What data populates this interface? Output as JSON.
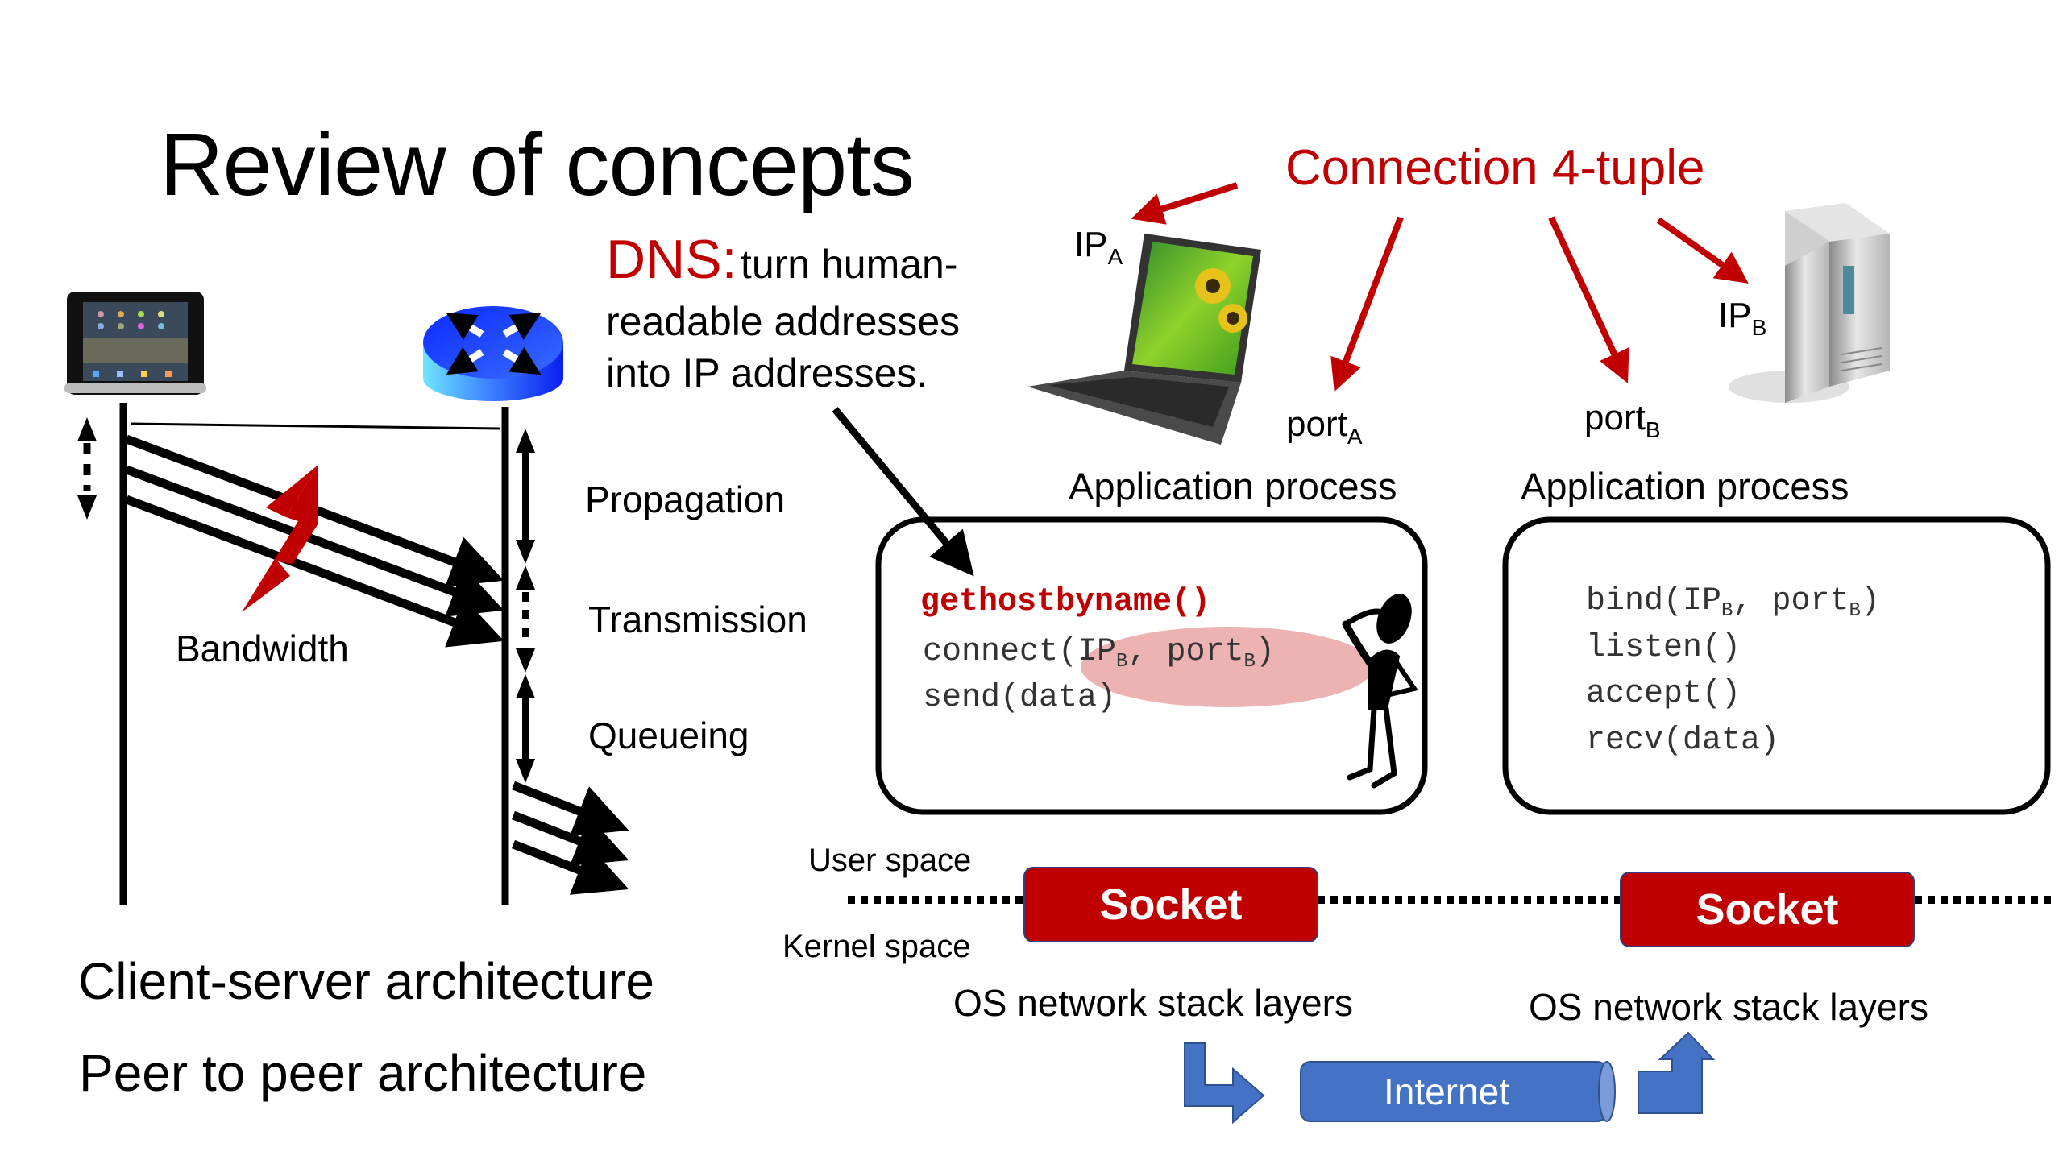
{
  "slide": {
    "title": "Review of concepts"
  },
  "dns": {
    "label": "DNS:",
    "line1": "turn human-",
    "line2": "readable addresses",
    "line3": "into IP addresses."
  },
  "tuple": {
    "title": "Connection 4-tuple",
    "ip_a": {
      "base": "IP",
      "sub": "A"
    },
    "ip_b": {
      "base": "IP",
      "sub": "B"
    },
    "port_a": {
      "base": "port",
      "sub": "A"
    },
    "port_b": {
      "base": "port",
      "sub": "B"
    }
  },
  "client_process": {
    "label": "Application process",
    "calls": [
      {
        "text": "gethostbyname()",
        "highlight": true
      },
      {
        "fn": "connect(",
        "a": "IP",
        "a_sub": "B",
        "sep": ", ",
        "b": "port",
        "b_sub": "B",
        "end": ")"
      },
      {
        "text": "send(data)"
      }
    ]
  },
  "server_process": {
    "label": "Application process",
    "calls": [
      {
        "fn": "bind(",
        "a": "IP",
        "a_sub": "B",
        "sep": ", ",
        "b": "port",
        "b_sub": "B",
        "end": ")"
      },
      {
        "text": "listen()"
      },
      {
        "text": "accept()"
      },
      {
        "text": "recv(data)"
      }
    ]
  },
  "timing": {
    "bandwidth": "Bandwidth",
    "propagation": "Propagation",
    "transmission": "Transmission",
    "queueing": "Queueing"
  },
  "os": {
    "user_space": "User space",
    "kernel_space": "Kernel space",
    "socket_label": "Socket",
    "stack_label": "OS network stack layers",
    "internet_label": "Internet"
  },
  "architectures": [
    "Client-server architecture",
    "Peer to peer architecture"
  ],
  "colors": {
    "accent_red": "#C00000",
    "internet_blue": "#4472C4",
    "router_blue": "#1A3CFF",
    "highlight_pink": "#E8A0A0"
  }
}
